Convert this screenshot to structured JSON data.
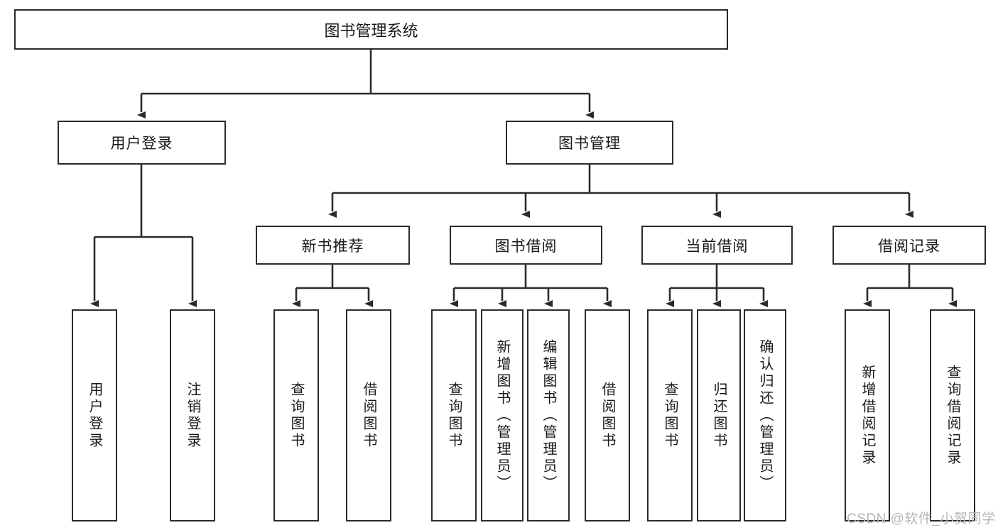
{
  "diagram": {
    "title": "图书管理系统",
    "type": "hierarchy-tree",
    "root": {
      "label": "图书管理系统"
    },
    "level1": [
      {
        "label": "用户登录"
      },
      {
        "label": "图书管理"
      }
    ],
    "level2": [
      {
        "label": "新书推荐"
      },
      {
        "label": "图书借阅"
      },
      {
        "label": "当前借阅"
      },
      {
        "label": "借阅记录"
      }
    ],
    "leaves": {
      "user_login": [
        {
          "label": "用户登录"
        },
        {
          "label": "注销登录"
        }
      ],
      "new_book_recommend": [
        {
          "label": "查询图书"
        },
        {
          "label": "借阅图书"
        }
      ],
      "book_borrow": [
        {
          "label": "查询图书"
        },
        {
          "label": "新增图书（管理员）"
        },
        {
          "label": "编辑图书（管理员）"
        },
        {
          "label": "借阅图书"
        }
      ],
      "current_borrow": [
        {
          "label": "查询图书"
        },
        {
          "label": "归还图书"
        },
        {
          "label": "确认归还（管理员）"
        }
      ],
      "borrow_record": [
        {
          "label": "新增借阅记录"
        },
        {
          "label": "查询借阅记录"
        }
      ]
    }
  },
  "watermark": {
    "text": "CSDN @软件_小贺同学"
  },
  "colors": {
    "stroke": "#2b2b2b",
    "background": "#ffffff",
    "text": "#1a1a1a",
    "watermark": "#b6b6b6"
  }
}
